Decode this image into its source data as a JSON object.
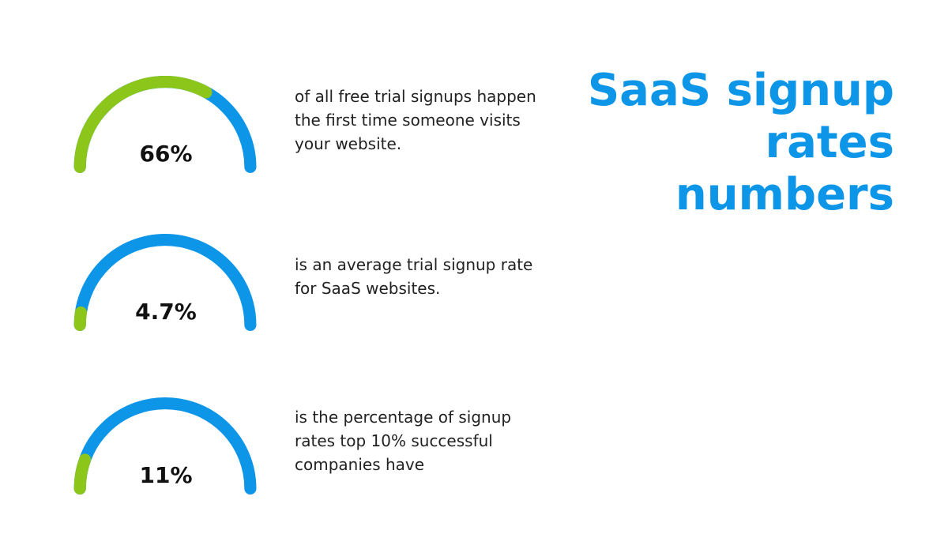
{
  "title_lines": [
    "SaaS signup",
    "rates",
    "numbers"
  ],
  "colors": {
    "track": "#0d95e8",
    "fill": "#8cc61a",
    "title": "#0d95e8"
  },
  "chart_data": {
    "type": "gauge",
    "range": [
      0,
      100
    ],
    "items": [
      {
        "value": 66,
        "label": "66%",
        "description": "of all free trial signups happen the first time someone visits your website."
      },
      {
        "value": 4.7,
        "label": "4.7%",
        "description": "is an average trial signup rate for SaaS websites."
      },
      {
        "value": 11,
        "label": "11%",
        "description": "is the percentage of signup rates top 10% successful companies have"
      }
    ]
  }
}
